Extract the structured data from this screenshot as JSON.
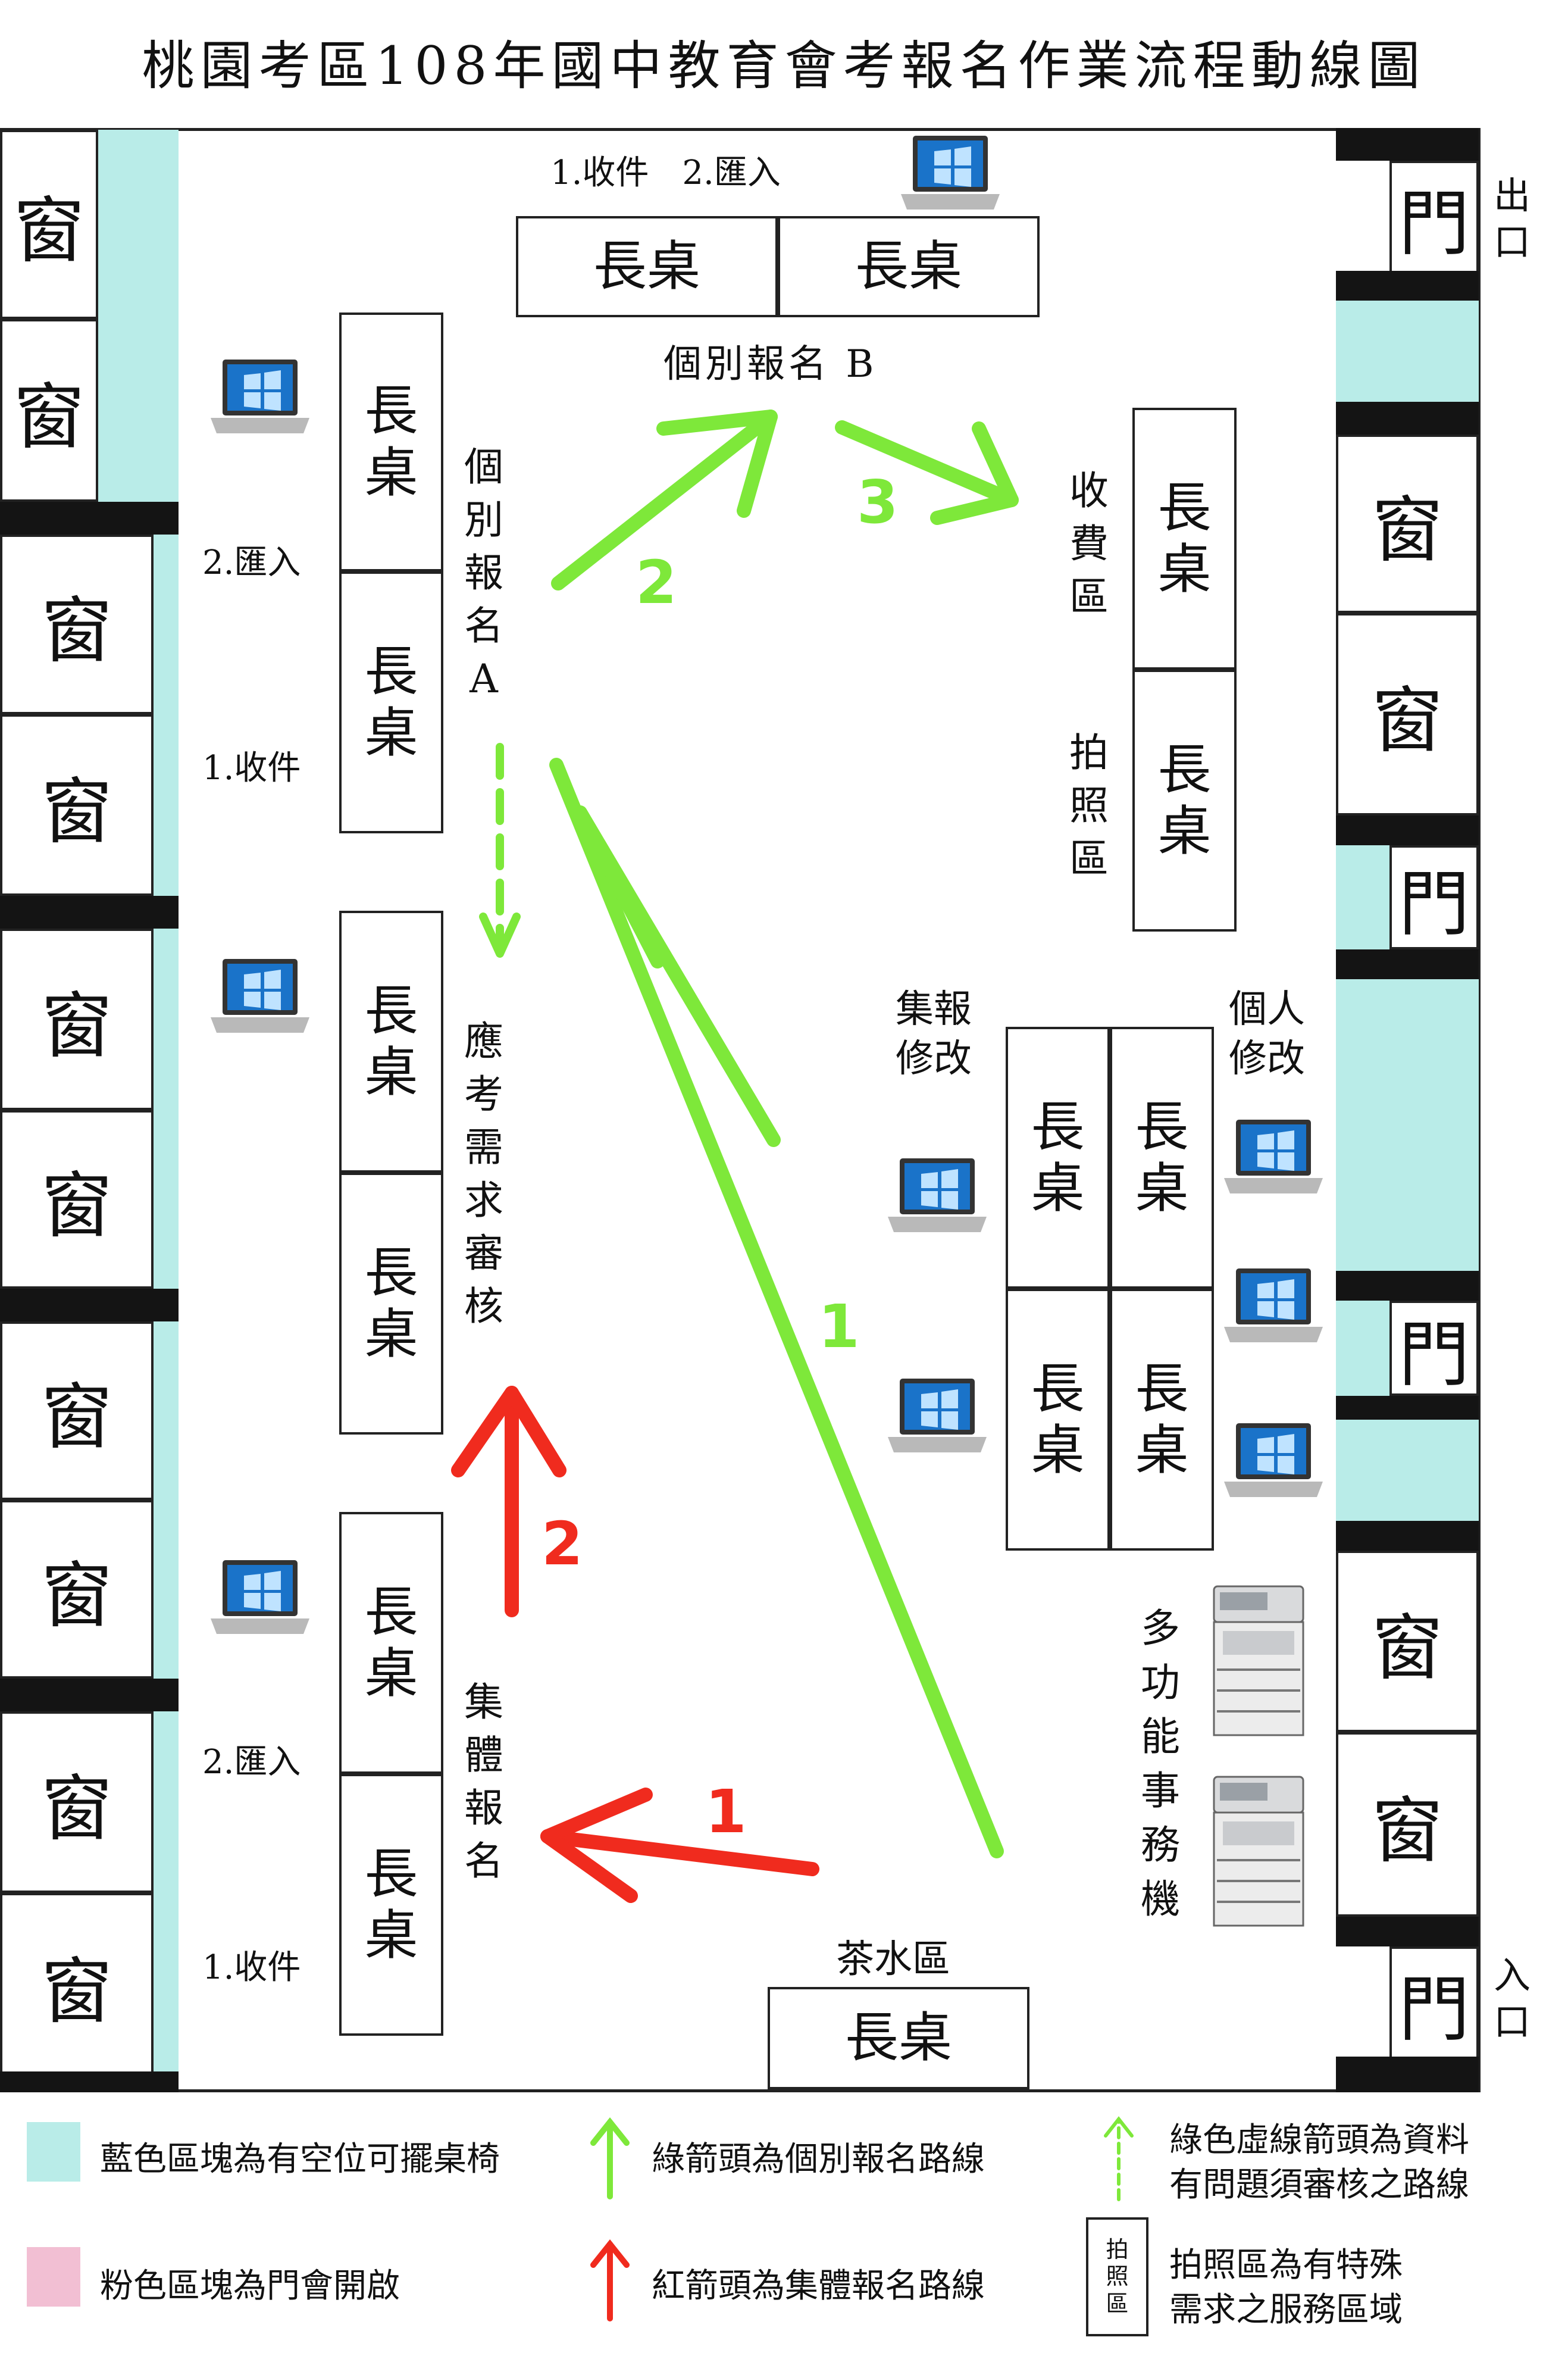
{
  "title": "桃園考區108年國中教育會考報名作業流程動線圖",
  "labels": {
    "window": "窗",
    "door": "門",
    "desk": "長桌",
    "exit": "出口",
    "entrance": "入口",
    "collect": "1.收件",
    "import": "2.匯入",
    "collect_import_top": "1.收件　2.匯入",
    "individual_a": "個別報名A",
    "individual_b": "個別報名 B",
    "needs_review": "應考需求審核",
    "group_reg": "集體報名",
    "fee_area": "收費區",
    "photo_area": "拍照區",
    "group_modify": "集報修改",
    "personal_modify": "個人修改",
    "mfp": "多功能事務機",
    "tea_area": "茶水區"
  },
  "arrows": {
    "green_1": "1",
    "green_2": "2",
    "green_3": "3",
    "red_1": "1",
    "red_2": "2"
  },
  "legend": {
    "cyan_text": "藍色區塊為有空位可擺桌椅",
    "pink_text": "粉色區塊為門會開啟",
    "green_text": "綠箭頭為個別報名路線",
    "red_text": "紅箭頭為集體報名路線",
    "dashed_text_1": "綠色虛線箭頭為資料",
    "dashed_text_2": "有問題須審核之路線",
    "photo_box": "拍照區",
    "photo_text_1": "拍照區為有特殊",
    "photo_text_2": "需求之服務區域"
  },
  "colors": {
    "cyan": "#b9ece8",
    "pink": "#f2bfd3",
    "green": "#7ee83a",
    "red": "#f02b1e"
  },
  "icons": [
    "laptop-icon",
    "copier-icon",
    "arrow-icon"
  ]
}
